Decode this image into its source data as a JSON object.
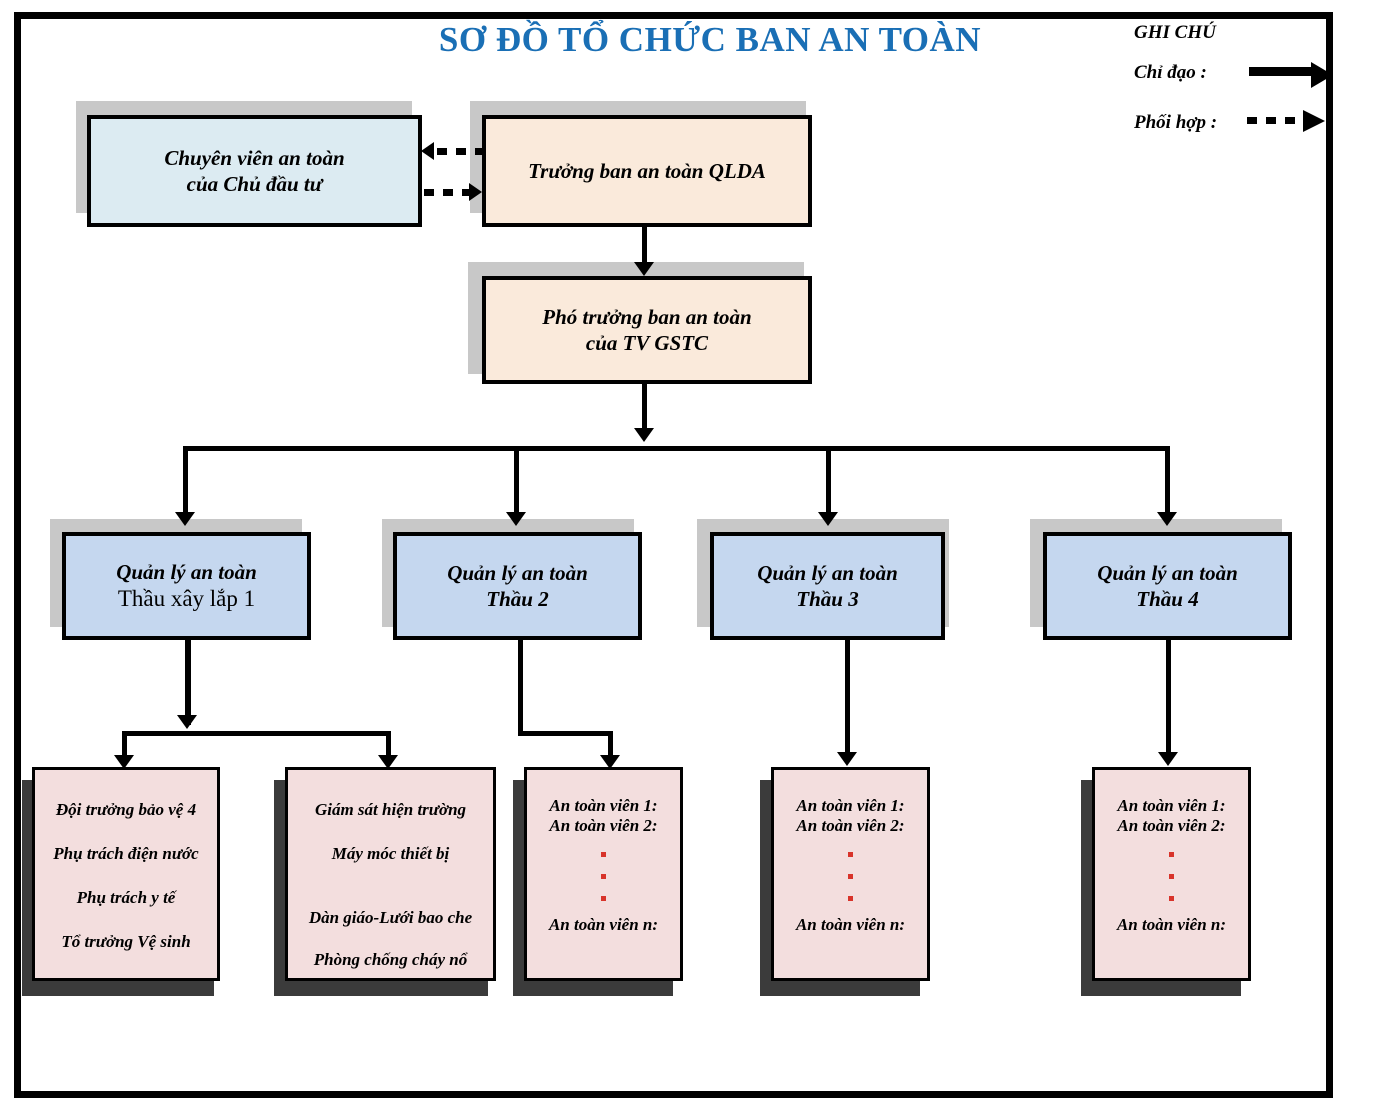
{
  "title": "SƠ ĐỒ TỔ CHỨC BAN AN TOÀN",
  "legend": {
    "heading": "GHI CHÚ",
    "items": [
      {
        "label": "Chỉ đạo  :",
        "style": "solid-arrow"
      },
      {
        "label": "Phối hợp :",
        "style": "dashed-arrow"
      }
    ]
  },
  "colors": {
    "title": "#1a6fb5",
    "box_peach": "#faeadb",
    "box_lightblue": "#dcebf2",
    "box_blue": "#c5d7ef",
    "box_pink": "#f3dede",
    "shadow_light": "#c8c8c8",
    "shadow_dark": "#3b3b3b",
    "dot_red": "#d8332a",
    "border": "#000000"
  },
  "nodes": {
    "owner_safety_officer": {
      "line1": "Chuyên viên an toàn",
      "line2": "của Chủ đầu tư"
    },
    "safety_head": {
      "line1": "Trưởng ban an toàn QLDA"
    },
    "deputy_head": {
      "line1": "Phó trưởng ban an toàn",
      "line2": "của TV GSTC"
    },
    "managers": [
      {
        "line1": "Quản lý an toàn",
        "line2": "Thầu xây lắp 1"
      },
      {
        "line1": "Quản lý an toàn",
        "line2": "Thầu 2"
      },
      {
        "line1": "Quản lý an toàn",
        "line2": "Thầu 3"
      },
      {
        "line1": "Quản lý an toàn",
        "line2": "Thầu 4"
      }
    ],
    "teams": [
      {
        "items": [
          "Đội trưởng bảo vệ 4",
          "Phụ trách điện nước",
          "Phụ trách y tế",
          "Tổ trưởng Vệ sinh"
        ]
      },
      {
        "items": [
          "Giám sát hiện trường",
          "Máy móc thiết bị",
          "Dàn giáo-Lưới bao che",
          "Phòng chống cháy nổ"
        ]
      }
    ],
    "safety_staff_lists": [
      {
        "first": "An toàn viên 1:",
        "second": "An toàn viên 2:",
        "last": "An toàn viên n:"
      },
      {
        "first": "An toàn viên 1:",
        "second": "An toàn viên 2:",
        "last": "An toàn viên n:"
      },
      {
        "first": "An toàn viên 1:",
        "second": "An toàn viên 2:",
        "last": "An toàn viên n:"
      }
    ]
  }
}
